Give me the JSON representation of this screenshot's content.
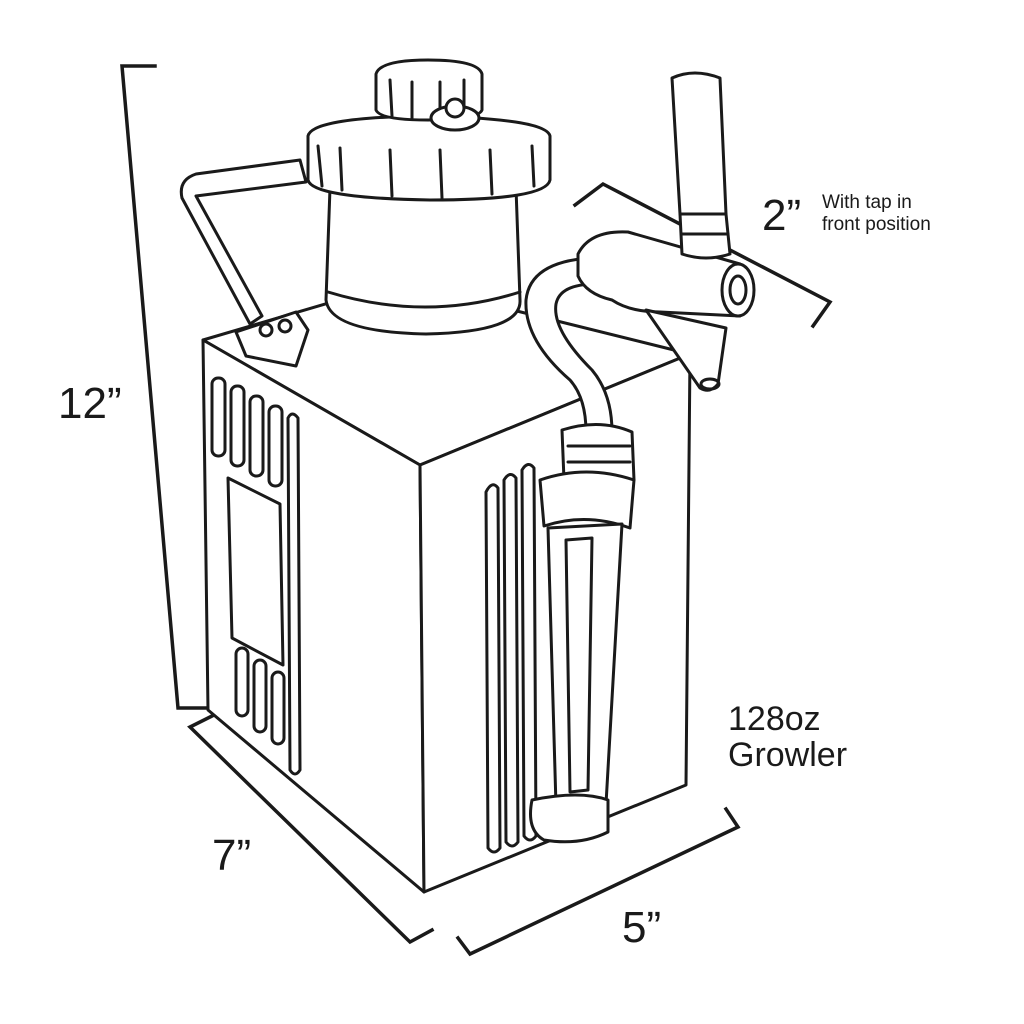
{
  "dimensions": {
    "height": "12”",
    "width": "7”",
    "depth": "5”",
    "tap": "2”",
    "tap_note_line1": "With tap in",
    "tap_note_line2": "front position"
  },
  "product": {
    "line1": "128oz",
    "line2": "Growler"
  },
  "colors": {
    "ink": "#1a1a1a",
    "background": "#ffffff"
  }
}
